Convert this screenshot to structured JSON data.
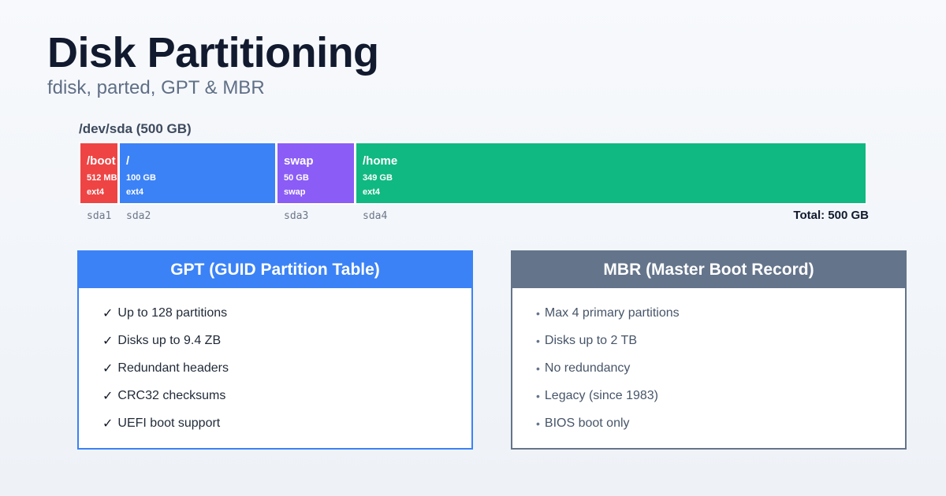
{
  "header": {
    "title": "Disk Partitioning",
    "subtitle": "fdisk, parted, GPT & MBR"
  },
  "disk": {
    "label": "/dev/sda (500 GB)",
    "total_label": "Total: 500 GB",
    "partitions": [
      {
        "name": "/boot",
        "size": "512 MB",
        "fs": "ext4",
        "device": "sda1",
        "color": "#ef4444"
      },
      {
        "name": "/",
        "size": "100 GB",
        "fs": "ext4",
        "device": "sda2",
        "color": "#3b82f6"
      },
      {
        "name": "swap",
        "size": "50 GB",
        "fs": "swap",
        "device": "sda3",
        "color": "#8b5cf6"
      },
      {
        "name": "/home",
        "size": "349 GB",
        "fs": "ext4",
        "device": "sda4",
        "color": "#10b981"
      }
    ]
  },
  "gpt": {
    "title": "GPT (GUID Partition Table)",
    "color": "#3b82f6",
    "marker": "✓",
    "items": [
      "Up to 128 partitions",
      "Disks up to 9.4 ZB",
      "Redundant headers",
      "CRC32 checksums",
      "UEFI boot support"
    ]
  },
  "mbr": {
    "title": "MBR (Master Boot Record)",
    "color": "#64748b",
    "marker": "•",
    "items": [
      "Max 4 primary partitions",
      "Disks up to 2 TB",
      "No redundancy",
      "Legacy (since 1983)",
      "BIOS boot only"
    ]
  }
}
